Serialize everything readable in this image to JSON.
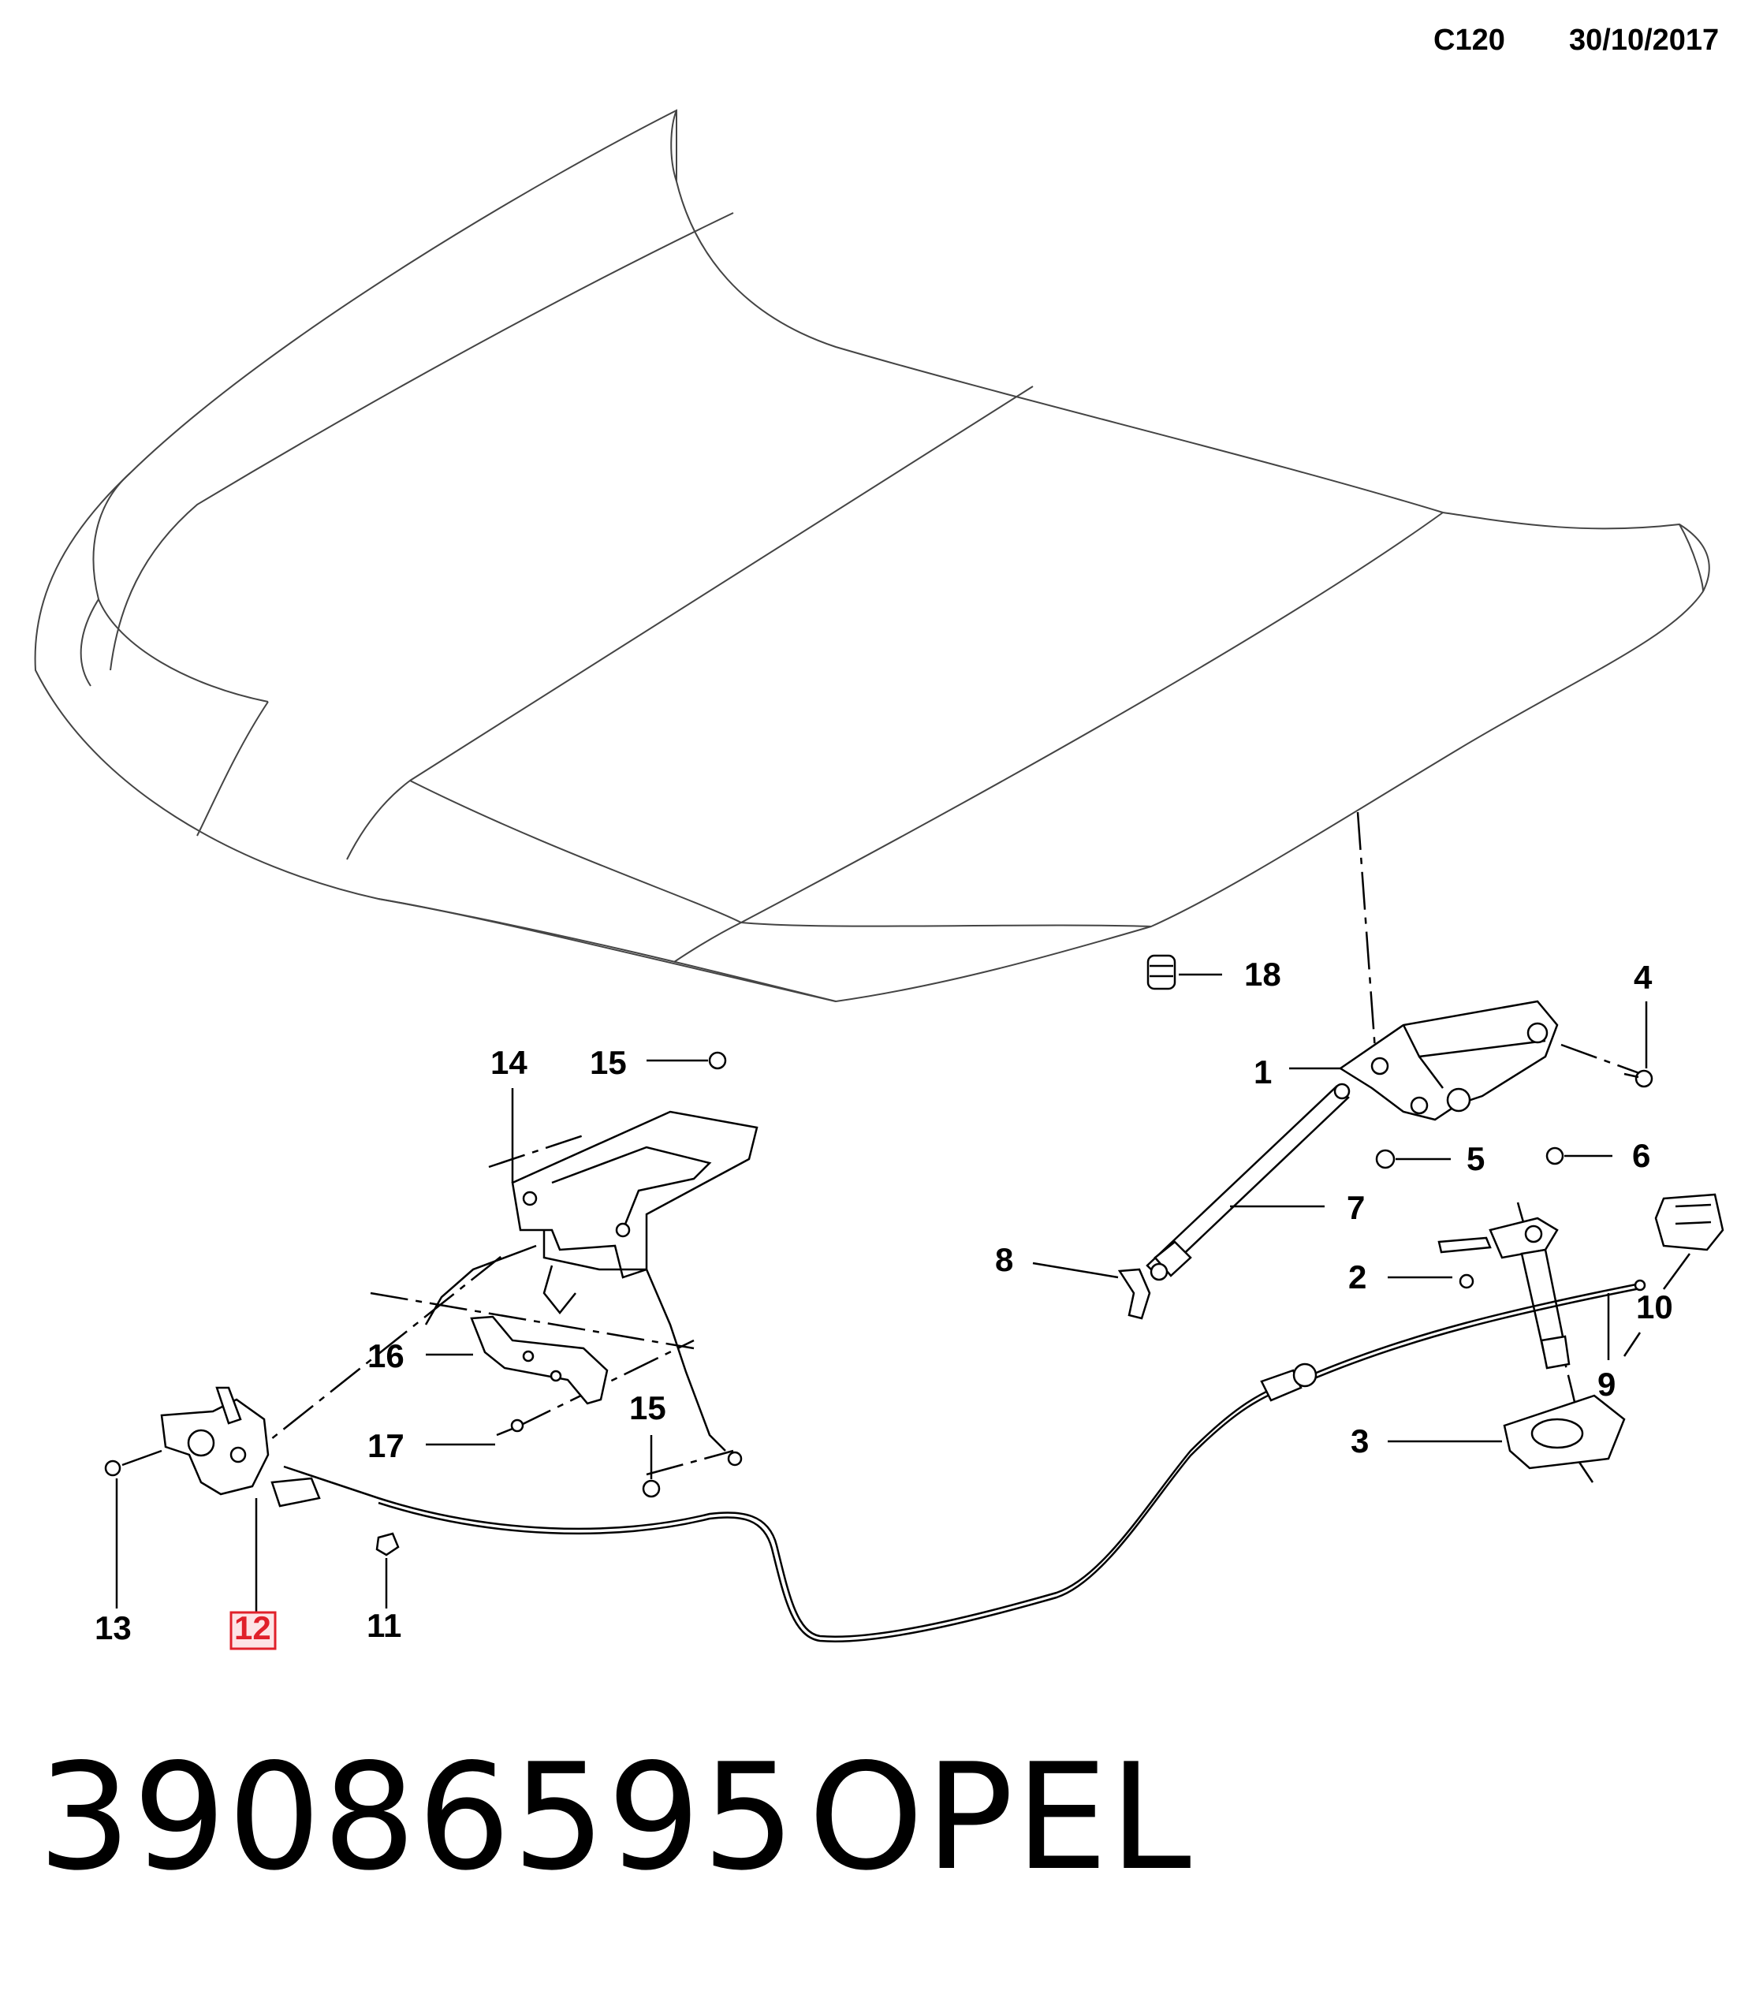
{
  "header": {
    "code": "C120",
    "date": "30/10/2017"
  },
  "footer": {
    "part_number": "39086595",
    "brand": "OPEL"
  },
  "callouts": {
    "c1": "1",
    "c2": "2",
    "c3": "3",
    "c4": "4",
    "c5": "5",
    "c6": "6",
    "c7": "7",
    "c8": "8",
    "c9": "9",
    "c10": "10",
    "c11": "11",
    "c12": "12",
    "c13": "13",
    "c14": "14",
    "c15a": "15",
    "c15b": "15",
    "c16": "16",
    "c17": "17",
    "c18": "18"
  },
  "highlight": {
    "callout": "12",
    "color": "#e0202a"
  }
}
